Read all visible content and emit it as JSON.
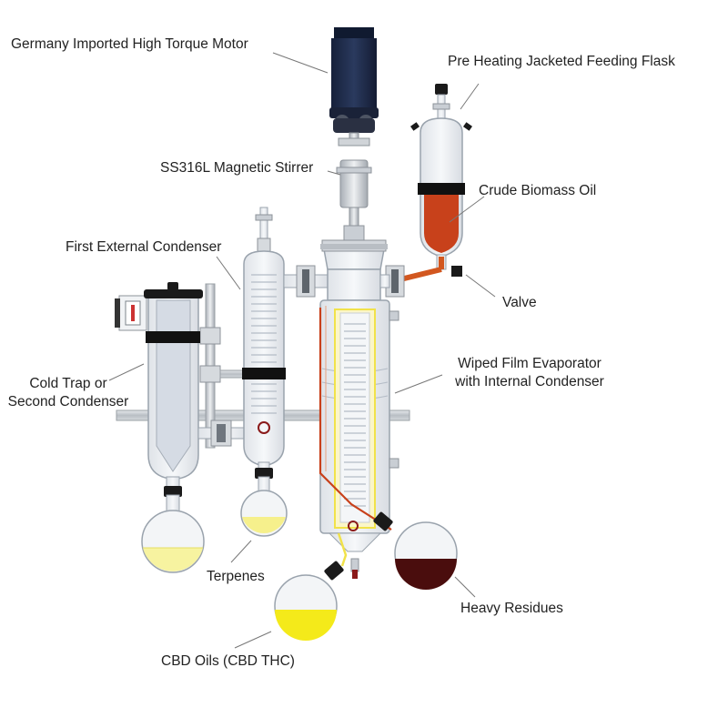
{
  "labels": {
    "motor": "Germany Imported High Torque Motor",
    "feeding_flask": "Pre Heating Jacketed Feeding Flask",
    "stirrer": "SS316L Magnetic Stirrer",
    "crude_oil": "Crude Biomass Oil",
    "first_condenser": "First External Condenser",
    "valve": "Valve",
    "cold_trap_line1": "Cold Trap or",
    "cold_trap_line2": "Second Condenser",
    "evaporator_line1": "Wiped Film Evaporator",
    "evaporator_line2": "with Internal Condenser",
    "terpenes": "Terpenes",
    "heavy_residues": "Heavy Residues",
    "cbd_oils": "CBD Oils (CBD THC)"
  },
  "colors": {
    "glass": "#eceff3",
    "glass_stroke": "#9aa3ad",
    "metal": "#c9ced4",
    "clamp": "#111111",
    "motor": "#1e2a44",
    "crude_oil": "#c8411b",
    "cbd_oil": "#f4ea1a",
    "terpene": "#f6f08c",
    "residue": "#4a0d0d",
    "leader": "#777777"
  }
}
